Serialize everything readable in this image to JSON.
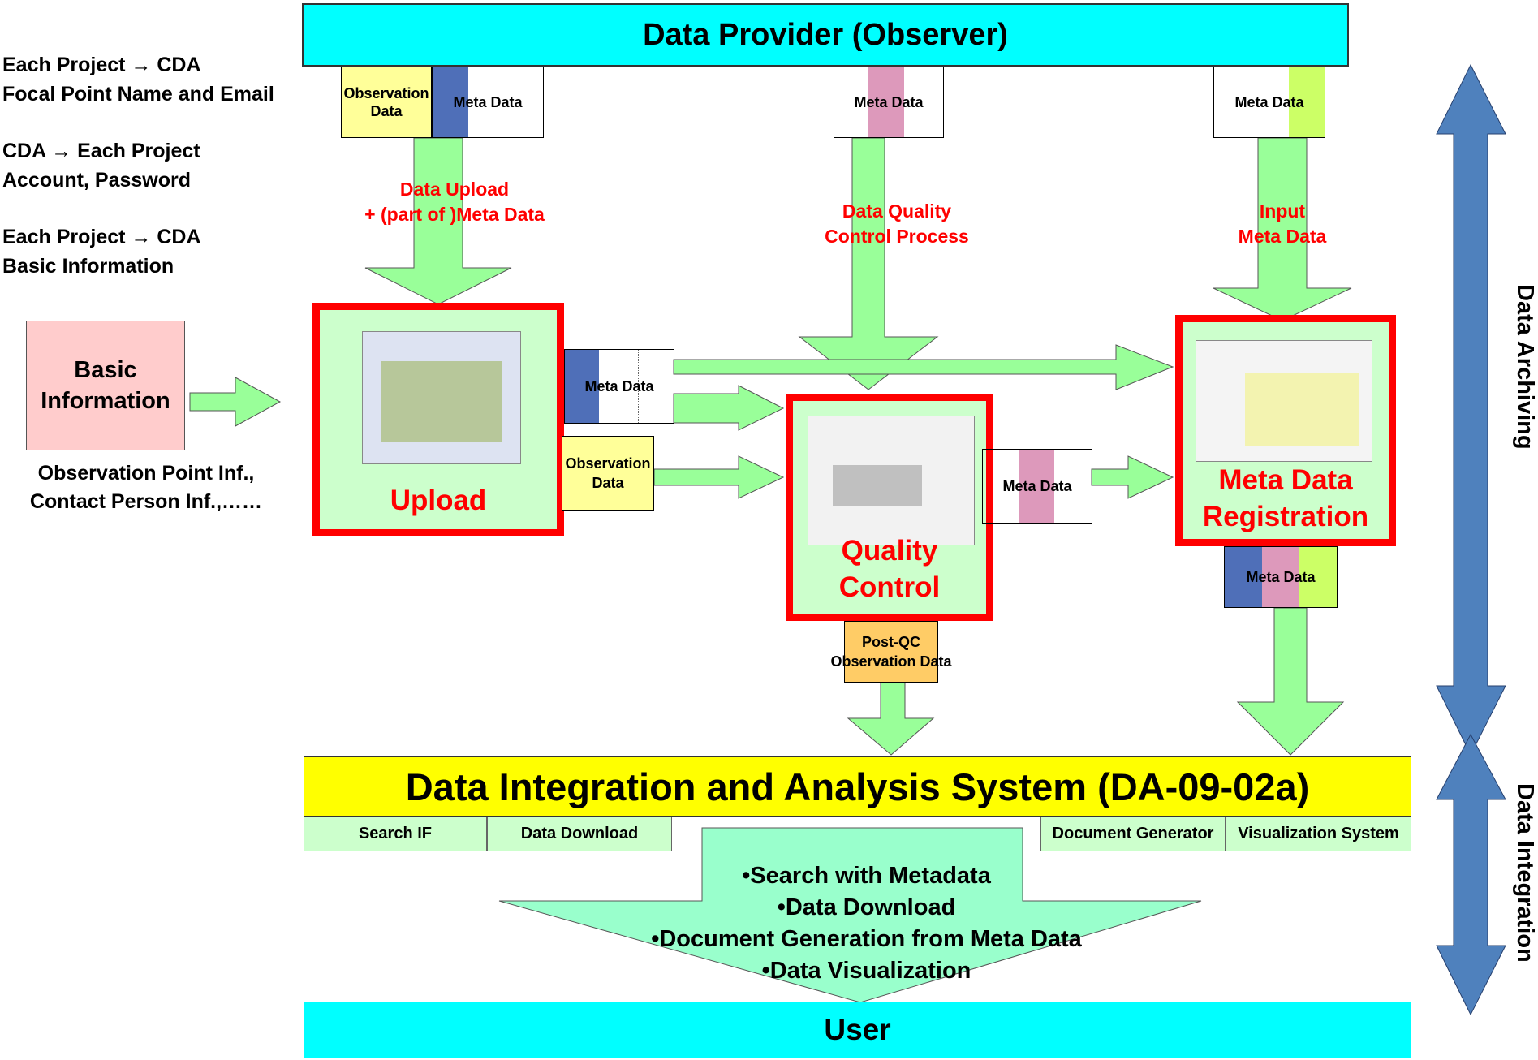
{
  "colors": {
    "cyan": "#00ffff",
    "yellow": "#ffff00",
    "green_arrow": "#99ff99",
    "highlight_red": "#ff0000",
    "blue_arrow": "#4f81bd",
    "meta_blue": "#4f6fb8",
    "meta_pink": "#dd99bb",
    "meta_lime": "#ccff66",
    "obs_yellow": "#ffff99",
    "postqc_orange": "#ffcc66",
    "basic_pink": "#ffcccc",
    "box_green": "#ccffcc",
    "funnel": "#99ffcc"
  },
  "provider": {
    "title": "Data Provider (Observer)"
  },
  "notes": {
    "line1": "Each Project → CDA",
    "line2": "Focal Point Name and Email",
    "line3": "CDA → Each Project",
    "line4": "Account, Password",
    "line5": "Each Project → CDA",
    "line6": "Basic Information"
  },
  "basic_info": {
    "title_line1": "Basic",
    "title_line2": "Information",
    "caption_line1": "Observation Point Inf.,",
    "caption_line2": "Contact Person Inf.,……"
  },
  "tags": {
    "observation": "Observation Data",
    "meta": "Meta Data",
    "post_qc_line1": "Post-QC",
    "post_qc_line2": "Observation Data"
  },
  "flow_labels": {
    "upload_line1": "Data Upload",
    "upload_line2": "+ (part of )Meta Data",
    "qc_line1": "Data Quality",
    "qc_line2": "Control Process",
    "input_line1": "Input",
    "input_line2": "Meta Data"
  },
  "modules": {
    "upload": "Upload",
    "qc_line1": "Quality",
    "qc_line2": "Control",
    "meta_line1": "Meta Data",
    "meta_line2": "Registration"
  },
  "system": {
    "title": "Data Integration and Analysis System (DA-09-02a)",
    "buttons": [
      "Search IF",
      "Data Download",
      "Document Generator",
      "Visualization System"
    ]
  },
  "features": [
    "•Search with Metadata",
    "•Data Download",
    "•Document Generation from Meta Data",
    "•Data Visualization"
  ],
  "user": {
    "title": "User"
  },
  "side_labels": {
    "archiving": "Data Archiving",
    "integration": "Data Integration"
  }
}
